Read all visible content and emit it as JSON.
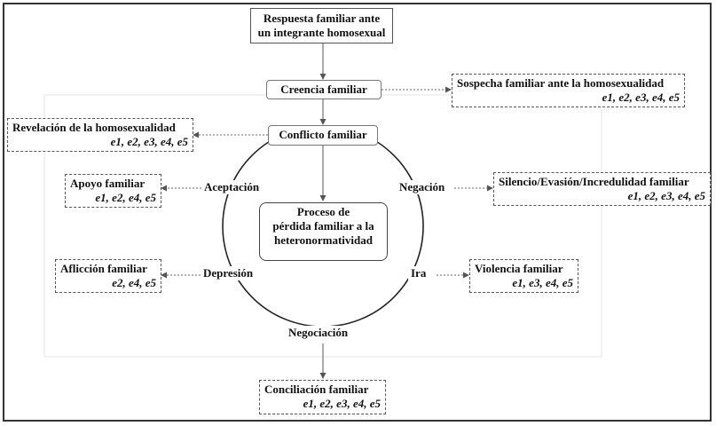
{
  "title": [
    "Respuesta familiar ante",
    "un integrante homosexual"
  ],
  "nodes": {
    "creencia": "Creencia familiar",
    "conflicto": "Conflicto familiar",
    "proceso": [
      "Proceso de",
      "pérdida familiar a la",
      "heteronormatividad"
    ]
  },
  "stages": {
    "aceptacion": "Aceptación",
    "negacion": "Negación",
    "depresion": "Depresión",
    "ira": "Ira",
    "negociacion": "Negociación"
  },
  "outcomes": {
    "sospecha": {
      "label": "Sospecha familiar ante la homosexualidad",
      "codes": "e1, e2, e3, e4, e5"
    },
    "revelacion": {
      "label": "Revelación de la homosexualidad",
      "codes": "e1, e2, e3, e4, e5"
    },
    "apoyo": {
      "label": "Apoyo familiar",
      "codes": "e1, e2, e4, e5"
    },
    "silencio": {
      "label": "Silencio/Evasión/Incredulidad familiar",
      "codes": "e1, e2, e3, e4, e5"
    },
    "afliccion": {
      "label": "Aflicción familiar",
      "codes": "e2, e4, e5"
    },
    "violencia": {
      "label": "Violencia familiar",
      "codes": "e1, e3, e4, e5"
    },
    "conciliacion": {
      "label": "Conciliación familiar",
      "codes": "e1, e2, e3, e4, e5"
    }
  }
}
